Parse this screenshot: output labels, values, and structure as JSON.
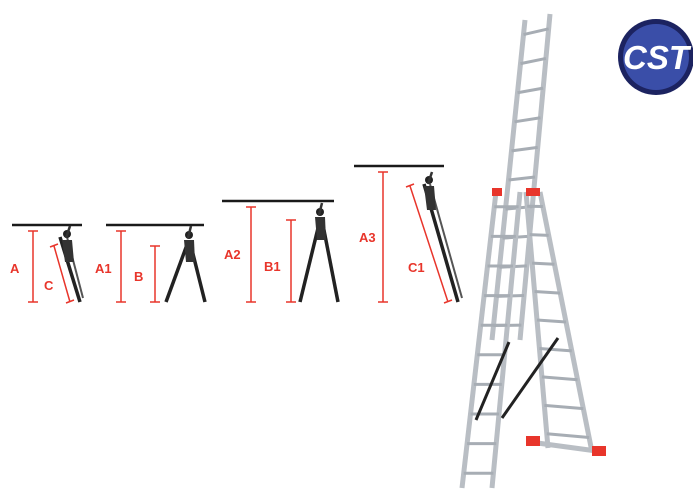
{
  "logo": {
    "text": "CST"
  },
  "colors": {
    "dimension": "#e8352b",
    "ceiling": "#1a1a1a",
    "ladder_rail": "#b9bec4",
    "ladder_rung": "#a7adb4",
    "ladder_dark": "#222222",
    "ladder_foot": "#e8352b",
    "logo_fill": "#3a4ea8",
    "logo_ring": "#1c2360"
  },
  "panels": [
    {
      "id": "panel-1",
      "labels": [
        "A",
        "C"
      ]
    },
    {
      "id": "panel-2",
      "labels": [
        "A1",
        "B"
      ]
    },
    {
      "id": "panel-3",
      "labels": [
        "A2",
        "B1"
      ]
    },
    {
      "id": "panel-4",
      "labels": [
        "A3",
        "C1"
      ]
    }
  ]
}
